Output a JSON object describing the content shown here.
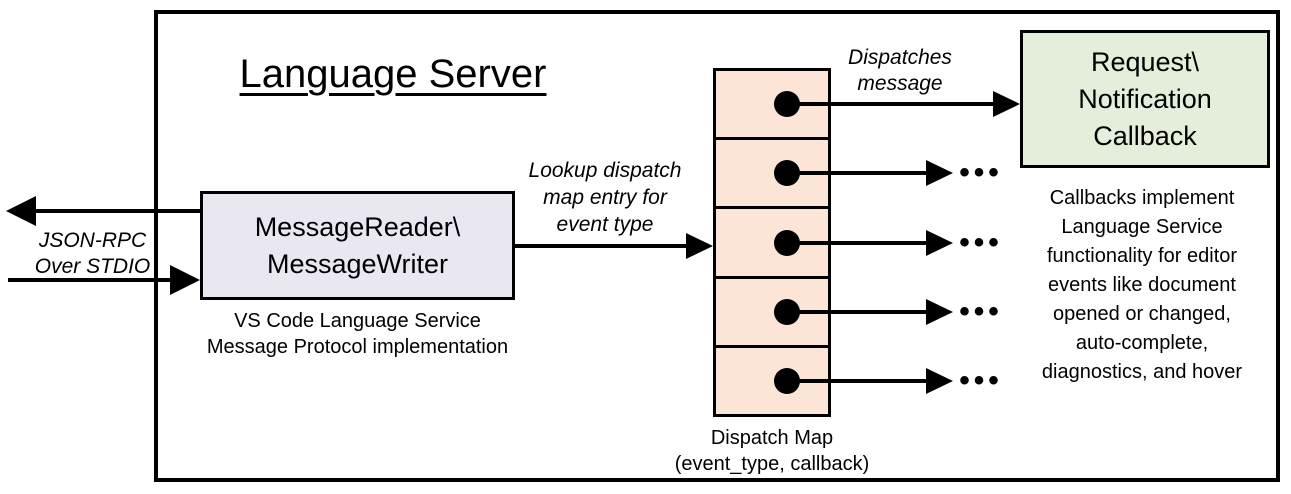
{
  "title": "Language Server",
  "io_label": {
    "line1": "JSON-RPC",
    "line2": "Over STDIO"
  },
  "reader_box": {
    "line1": "MessageReader\\",
    "line2": "MessageWriter"
  },
  "reader_caption": {
    "line1": "VS Code Language Service",
    "line2": "Message Protocol implementation"
  },
  "lookup_label": {
    "line1": "Lookup dispatch",
    "line2": "map entry for",
    "line3": "event type"
  },
  "dispatches_label": {
    "line1": "Dispatches",
    "line2": "message"
  },
  "dispatch_map": {
    "cell_count": 5
  },
  "dispatch_map_label": {
    "line1": "Dispatch Map",
    "line2": "(event_type, callback)"
  },
  "callback_box": {
    "line1": "Request\\",
    "line2": "Notification",
    "line3": "Callback"
  },
  "callback_caption": {
    "lines": [
      "Callbacks implement",
      "Language Service",
      "functionality for editor",
      "events like document",
      "opened or changed,",
      "auto-complete,",
      "diagnostics, and hover"
    ]
  },
  "icons": {
    "ellipsis": "•••"
  },
  "colors": {
    "line": "#000000",
    "reader_box_fill": "#e9e8f1",
    "dispatch_cell_fill": "#fce5d6",
    "callback_box_fill": "#e5eedb",
    "background": "#ffffff"
  }
}
